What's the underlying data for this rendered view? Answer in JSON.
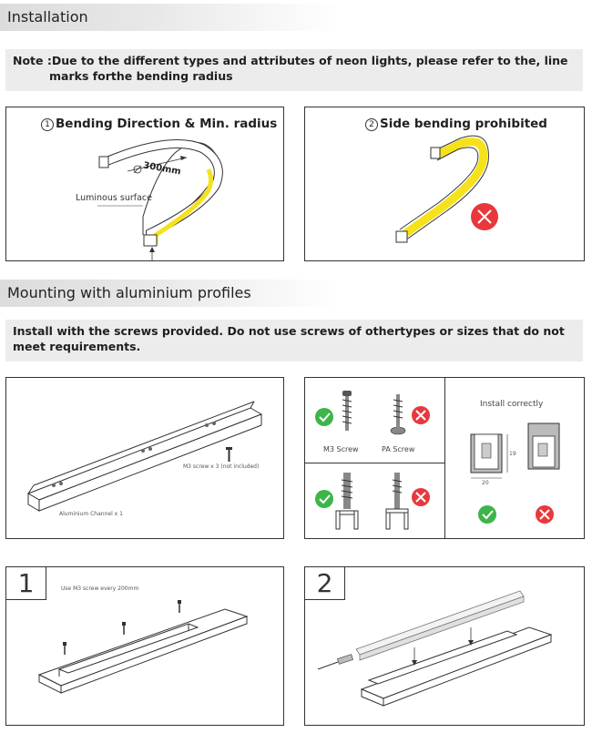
{
  "installation": {
    "heading": "Installation",
    "note_line1": "Note :Due to the different types and attributes of neon lights, please refer to the, line",
    "note_line2": "marks forthe bending radius",
    "panel_left_title": "Bending Direction & Min. radius",
    "panel_left_num": "1",
    "radius_label": "300mm",
    "luminous_label": "Luminous surface",
    "panel_right_title": "Side bending prohibited",
    "panel_right_num": "2"
  },
  "mounting": {
    "heading": "Mounting with aluminium profiles",
    "note_line1": "Install with the screws provided.  Do not use screws of othertypes or sizes that do not",
    "note_line2": "meet requirements.",
    "screw_label": "M3 screw x 3 (not included)",
    "channel_label": "Aluminium Channel x 1",
    "m3_screw": "M3 Screw",
    "pa_screw": "PA Screw",
    "install_correctly": "Install correctly",
    "dim_width": "20",
    "dim_height": "19"
  },
  "steps": [
    {
      "num": "1",
      "caption": "Use M3 screw every 200mm"
    },
    {
      "num": "2",
      "caption": ""
    }
  ],
  "colors": {
    "neon_yellow": "#f5e21b",
    "ok_green": "#3db54a",
    "no_red": "#e8383d"
  },
  "icons": [
    "check-icon",
    "cross-icon",
    "screw-icon"
  ]
}
